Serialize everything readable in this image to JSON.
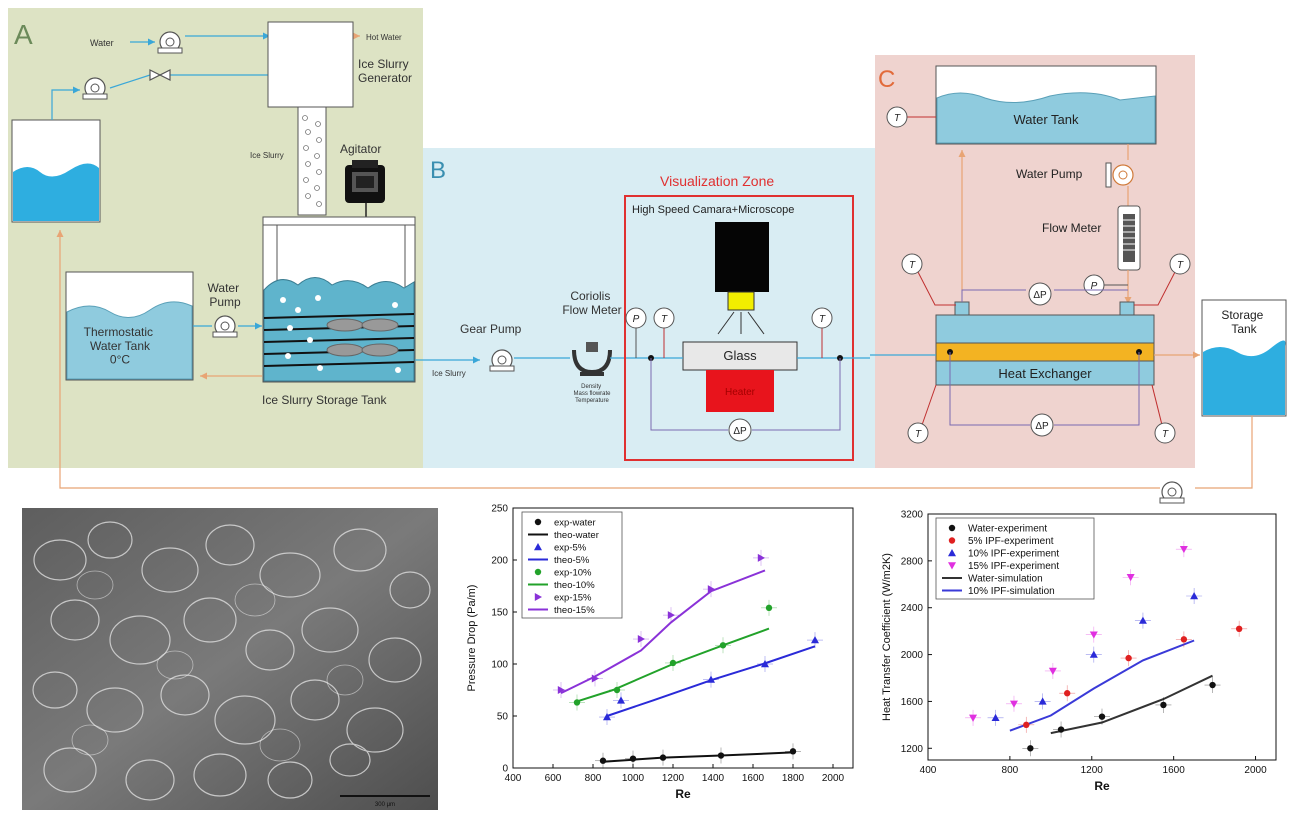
{
  "colors": {
    "zone_a_bg": "#dde3c4",
    "zone_b_bg": "#d9edf3",
    "zone_c_bg": "#efd3cf",
    "water": "#2eaee0",
    "water_light": "#9ed3e2",
    "viz_border": "#e03030",
    "pipe_blue": "#3aa7d8",
    "pipe_orange": "#e8a474",
    "heater_red": "#e8141c",
    "camera_yellow": "#f2ee00",
    "exchanger_band": "#f3b322"
  },
  "diagram": {
    "zones": {
      "a": "A",
      "b": "B",
      "c": "C"
    },
    "labels": {
      "water": "Water",
      "hot_water": "Hot Water",
      "ice_slurry_generator": "Ice Slurry\nGenerator",
      "ice_slurry_vertical": "Ice Slurry",
      "agitator": "Agitator",
      "thermostatic_tank": "Thermostatic\nWater Tank\n0°C",
      "water_pump_a": "Water\nPump",
      "storage_tank_a": "Ice Slurry Storage Tank",
      "ice_slurry_pipe": "Ice Slurry",
      "gear_pump": "Gear Pump",
      "coriolis": "Coriolis\nFlow Meter",
      "coriolis_sub": "Density\nMass flowrate\nTemperature",
      "visualization_zone": "Visualization Zone",
      "camera": "High Speed Camara+Microscope",
      "glass": "Glass",
      "heater": "Heater",
      "water_tank_c": "Water Tank",
      "water_pump_c": "Water Pump",
      "flow_meter_c": "Flow Meter",
      "heat_exchanger": "Heat Exchanger",
      "storage_tank": "Storage\nTank",
      "sym_p": "P",
      "sym_t": "T",
      "sym_dp": "ΔP"
    }
  },
  "micrograph": {
    "scale_label": "300 μm"
  },
  "chart_data": [
    {
      "type": "line",
      "title": "",
      "xlabel": "Re",
      "ylabel": "Pressure Drop (Pa/m)",
      "xlim": [
        400,
        2100
      ],
      "ylim": [
        0,
        250
      ],
      "xticks": [
        400,
        600,
        800,
        1000,
        1200,
        1400,
        1600,
        1800,
        2000
      ],
      "yticks": [
        0,
        50,
        100,
        150,
        200,
        250
      ],
      "legend_position": "top-left",
      "series": [
        {
          "name": "exp-water",
          "kind": "scatter",
          "marker": "circle",
          "color": "#111111",
          "points": [
            [
              850,
              7
            ],
            [
              1000,
              9
            ],
            [
              1150,
              10
            ],
            [
              1440,
              12
            ],
            [
              1800,
              16
            ]
          ]
        },
        {
          "name": "theo-water",
          "kind": "line",
          "color": "#111111",
          "points": [
            [
              850,
              6
            ],
            [
              1000,
              8
            ],
            [
              1150,
              10
            ],
            [
              1440,
              12
            ],
            [
              1800,
              15
            ]
          ]
        },
        {
          "name": "exp-5%",
          "kind": "scatter",
          "marker": "triangle-up",
          "color": "#2a2ad8",
          "points": [
            [
              870,
              49
            ],
            [
              940,
              65
            ],
            [
              1390,
              85
            ],
            [
              1660,
              100
            ],
            [
              1910,
              123
            ]
          ]
        },
        {
          "name": "theo-5%",
          "kind": "line",
          "color": "#2a2ad8",
          "points": [
            [
              870,
              50
            ],
            [
              1100,
              65
            ],
            [
              1400,
              85
            ],
            [
              1650,
              100
            ],
            [
              1910,
              117
            ]
          ]
        },
        {
          "name": "exp-10%",
          "kind": "scatter",
          "marker": "circle",
          "color": "#22a22a",
          "points": [
            [
              720,
              63
            ],
            [
              920,
              75
            ],
            [
              1200,
              101
            ],
            [
              1450,
              118
            ],
            [
              1680,
              154
            ]
          ]
        },
        {
          "name": "theo-10%",
          "kind": "line",
          "color": "#22a22a",
          "points": [
            [
              720,
              64
            ],
            [
              900,
              75
            ],
            [
              1200,
              100
            ],
            [
              1450,
              118
            ],
            [
              1680,
              134
            ]
          ]
        },
        {
          "name": "exp-15%",
          "kind": "scatter",
          "marker": "triangle-right",
          "color": "#8a32d8",
          "points": [
            [
              640,
              75
            ],
            [
              810,
              86
            ],
            [
              1040,
              124
            ],
            [
              1190,
              147
            ],
            [
              1390,
              172
            ],
            [
              1640,
              202
            ]
          ]
        },
        {
          "name": "theo-15%",
          "kind": "line",
          "color": "#8a32d8",
          "points": [
            [
              640,
              72
            ],
            [
              810,
              88
            ],
            [
              1040,
              113
            ],
            [
              1190,
              140
            ],
            [
              1390,
              170
            ],
            [
              1660,
              190
            ]
          ]
        }
      ]
    },
    {
      "type": "line",
      "title": "",
      "xlabel": "Re",
      "ylabel": "Heat Transfer Coefficient (W/m2K)",
      "xlim": [
        400,
        2100
      ],
      "ylim": [
        1100,
        3200
      ],
      "xticks": [
        400,
        800,
        1200,
        1600,
        2000
      ],
      "yticks": [
        1200,
        1600,
        2000,
        2400,
        2800,
        3200
      ],
      "legend_position": "top-left",
      "series": [
        {
          "name": "Water-experiment",
          "kind": "scatter",
          "marker": "circle",
          "color": "#111111",
          "points": [
            [
              900,
              1200
            ],
            [
              1050,
              1360
            ],
            [
              1250,
              1470
            ],
            [
              1550,
              1570
            ],
            [
              1790,
              1740
            ]
          ]
        },
        {
          "name": "5% IPF-experiment",
          "kind": "scatter",
          "marker": "circle",
          "color": "#e02020",
          "points": [
            [
              880,
              1400
            ],
            [
              1080,
              1670
            ],
            [
              1380,
              1970
            ],
            [
              1650,
              2130
            ],
            [
              1920,
              2220
            ]
          ]
        },
        {
          "name": "10% IPF-experiment",
          "kind": "scatter",
          "marker": "triangle-up",
          "color": "#2a2ad8",
          "points": [
            [
              730,
              1460
            ],
            [
              960,
              1600
            ],
            [
              1210,
              2000
            ],
            [
              1450,
              2290
            ],
            [
              1700,
              2500
            ]
          ]
        },
        {
          "name": "15% IPF-experiment",
          "kind": "scatter",
          "marker": "triangle-down",
          "color": "#e030e0",
          "points": [
            [
              620,
              1460
            ],
            [
              820,
              1580
            ],
            [
              1010,
              1860
            ],
            [
              1210,
              2170
            ],
            [
              1390,
              2660
            ],
            [
              1650,
              2900
            ]
          ]
        },
        {
          "name": "Water-simulation",
          "kind": "line",
          "color": "#333333",
          "points": [
            [
              1000,
              1330
            ],
            [
              1250,
              1420
            ],
            [
              1550,
              1620
            ],
            [
              1790,
              1820
            ]
          ]
        },
        {
          "name": "10% IPF-simulation",
          "kind": "line",
          "color": "#3a3ad8",
          "points": [
            [
              800,
              1350
            ],
            [
              1000,
              1480
            ],
            [
              1210,
              1710
            ],
            [
              1450,
              1950
            ],
            [
              1700,
              2120
            ]
          ]
        }
      ]
    }
  ]
}
